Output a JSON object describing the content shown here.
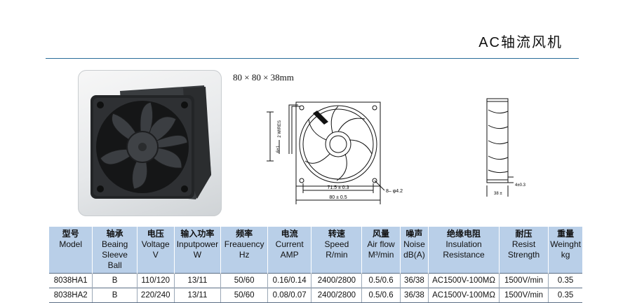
{
  "page": {
    "title": "AC轴流风机"
  },
  "product": {
    "dimensions": "80 × 80 × 38mm"
  },
  "drawing": {
    "wires_label": "2 WIRES",
    "dim_6": "6±1",
    "dim_71": "71.5 ± 0.3",
    "dim_80": "80 ± 0.5",
    "dim_hole": "8– φ4.2",
    "dim_4": "4±0.3",
    "dim_38": "38 ±"
  },
  "table": {
    "headers": [
      {
        "cn": "型号",
        "en1": "Model",
        "en2": ""
      },
      {
        "cn": "轴承",
        "en1": "Beaing",
        "en2": "Sleeve Ball"
      },
      {
        "cn": "电压",
        "en1": "Voltage",
        "en2": "V"
      },
      {
        "cn": "输入功率",
        "en1": "Inputpower",
        "en2": "W"
      },
      {
        "cn": "频率",
        "en1": "Freauency",
        "en2": "Hz"
      },
      {
        "cn": "电流",
        "en1": "Current",
        "en2": "AMP"
      },
      {
        "cn": "转速",
        "en1": "Speed",
        "en2": "R/min"
      },
      {
        "cn": "风量",
        "en1": "Air flow",
        "en2": "M³/min"
      },
      {
        "cn": "噪声",
        "en1": "Noise",
        "en2": "dB(A)"
      },
      {
        "cn": "绝缘电阻",
        "en1": "Insulation",
        "en2": "Resistance"
      },
      {
        "cn": "耐压",
        "en1": "Resist",
        "en2": "Strength"
      },
      {
        "cn": "重量",
        "en1": "Weinght",
        "en2": "kg"
      }
    ],
    "rows": [
      [
        "8038HA1",
        "B",
        "110/120",
        "13/11",
        "50/60",
        "0.16/0.14",
        "2400/2800",
        "0.5/0.6",
        "36/38",
        "AC1500V-100MΩ",
        "1500V/min",
        "0.35"
      ],
      [
        "8038HA2",
        "B",
        "220/240",
        "13/11",
        "50/60",
        "0.08/0.07",
        "2400/2800",
        "0.5/0.6",
        "36/38",
        "AC1500V-100MΩ",
        "1500V/min",
        "0.35"
      ]
    ]
  }
}
